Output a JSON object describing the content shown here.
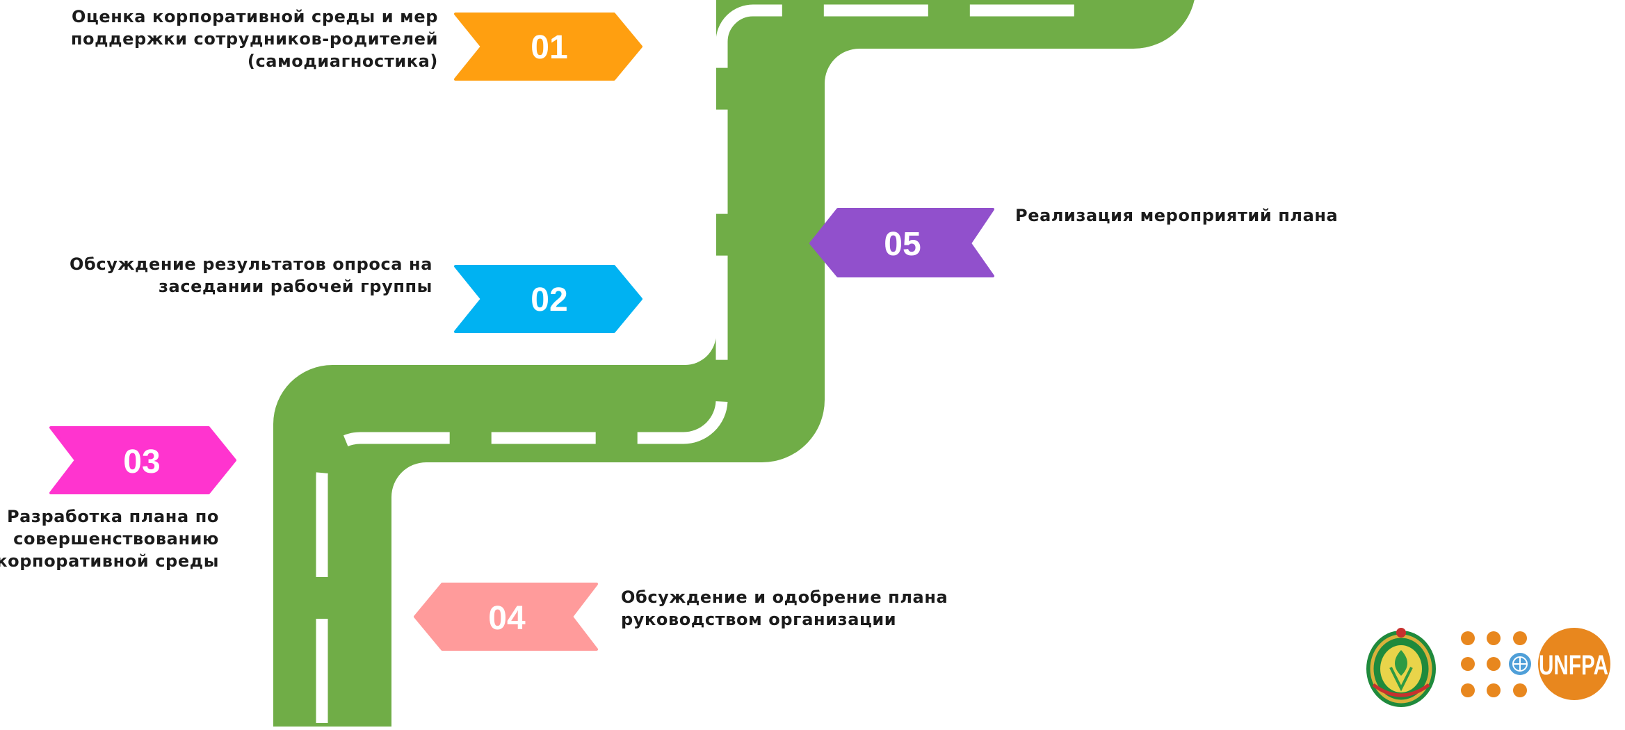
{
  "diagram": {
    "road_color": "#70AD47",
    "marking_color": "#FFFFFF",
    "steps": [
      {
        "id": "01",
        "number": "01",
        "color": "#FF9F10",
        "lines": [
          "Оценка корпоративной среды и мер",
          "поддержки сотрудников-родителей",
          "(самодиагностика)"
        ]
      },
      {
        "id": "02",
        "number": "02",
        "color": "#00B2F2",
        "lines": [
          "Обсуждение  результатов опроса на",
          "заседании рабочей группы"
        ]
      },
      {
        "id": "03",
        "number": "03",
        "color": "#FF34CF",
        "lines": [
          "Разработка плана по",
          "совершенствованию",
          "корпоративной среды"
        ]
      },
      {
        "id": "04",
        "number": "04",
        "color": "#FF9B9B",
        "lines": [
          "Обсуждение и одобрение плана",
          "руководством организации"
        ]
      },
      {
        "id": "05",
        "number": "05",
        "color": "#9150CC",
        "lines": [
          "Реализация мероприятий плана"
        ]
      }
    ]
  },
  "logos": {
    "emblem_icon": "ministry-emblem-icon",
    "emblem_color": "#1F8A3C",
    "unfpa": {
      "label": "UNFPA",
      "color": "#E8871E",
      "dots_icon": "unfpa-dots-icon",
      "un_icon": "un-emblem-icon"
    }
  }
}
